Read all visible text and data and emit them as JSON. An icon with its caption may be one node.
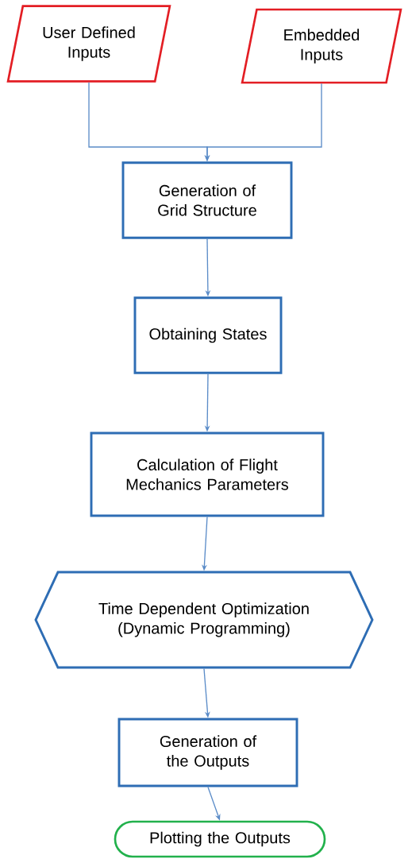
{
  "diagram": {
    "nodes": [
      {
        "text": [
          "User Defined Inputs"
        ]
      },
      {
        "text": [
          "Embedded Inputs"
        ]
      },
      {
        "text": [
          "Generation of Grid Structure"
        ]
      },
      {
        "text": [
          "Obtaining States"
        ]
      },
      {
        "text": [
          "Calculation of Flight Mechanics Parameters"
        ]
      },
      {
        "text": [
          "Time Dependent Optimization (Dynamic Programming)"
        ]
      },
      {
        "text": [
          "Generation of the Outputs"
        ]
      },
      {
        "text": [
          "Plotting the Outputs"
        ]
      }
    ],
    "edges": [
      {
        "from": 0,
        "to": 2,
        "arrow": "to"
      },
      {
        "from": 1,
        "to": 2,
        "arrow": "to"
      },
      {
        "from": 2,
        "to": 3,
        "arrow": "to"
      },
      {
        "from": 3,
        "to": 4,
        "arrow": "to"
      },
      {
        "from": 4,
        "to": 5,
        "arrow": "to"
      },
      {
        "from": 5,
        "to": 6,
        "arrow": "to"
      },
      {
        "from": 6,
        "to": 7,
        "arrow": "to"
      }
    ]
  }
}
